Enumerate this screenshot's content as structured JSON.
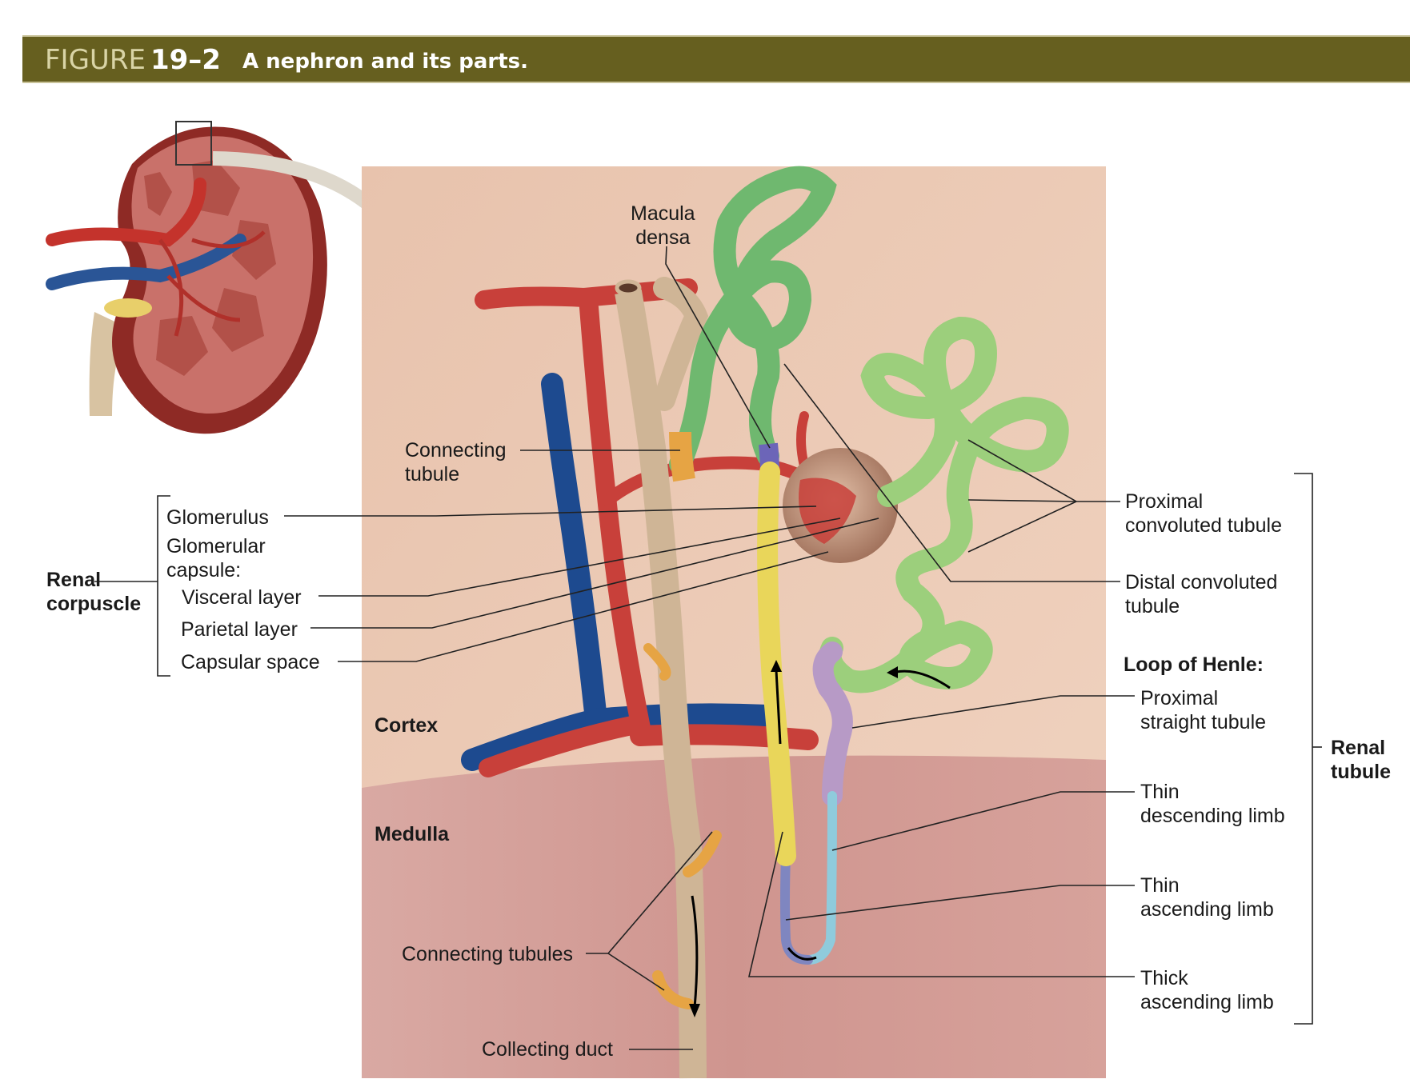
{
  "figure": {
    "prefix": "FIGURE",
    "number": "19–2",
    "caption": "A nephron and its parts.",
    "banner_color": "#665f1f"
  },
  "regions": {
    "cortex": "Cortex",
    "medulla": "Medulla"
  },
  "left_labels": {
    "group": [
      "Renal",
      "corpuscle"
    ],
    "glomerulus": "Glomerulus",
    "capsule": [
      "Glomerular",
      "capsule:"
    ],
    "visceral": "Visceral layer",
    "parietal": "Parietal layer",
    "space": "Capsular space"
  },
  "center_labels": {
    "macula": [
      "Macula",
      "densa"
    ],
    "connecting": [
      "Connecting",
      "tubule"
    ],
    "connecting_plural": "Connecting tubules",
    "collecting": "Collecting duct"
  },
  "right_labels": {
    "pct": [
      "Proximal",
      "convoluted tubule"
    ],
    "dct": [
      "Distal convoluted",
      "tubule"
    ],
    "loop_heading": "Loop of Henle:",
    "pst": [
      "Proximal",
      "straight tubule"
    ],
    "tdl": [
      "Thin",
      "descending limb"
    ],
    "tal": [
      "Thin",
      "ascending limb"
    ],
    "thick": [
      "Thick",
      "ascending limb"
    ],
    "group": [
      "Renal",
      "tubule"
    ]
  },
  "colors": {
    "cortex_bg": "#ebc8b2",
    "medulla_bg": "#d39a94",
    "artery": "#c8403a",
    "vein": "#1d4a8f",
    "pct_green": "#9ccf7c",
    "dct_green": "#6fb86f",
    "thick_ascending": "#e9d65a",
    "thin_descending": "#8fcbdc",
    "thin_ascending": "#7f86c0",
    "proximal_straight": "#b79ac6",
    "connecting_tubule": "#e6a444",
    "collecting_duct": "#cfb596",
    "macula_densa": "#6c65b8",
    "capsule": "#b88a72"
  }
}
